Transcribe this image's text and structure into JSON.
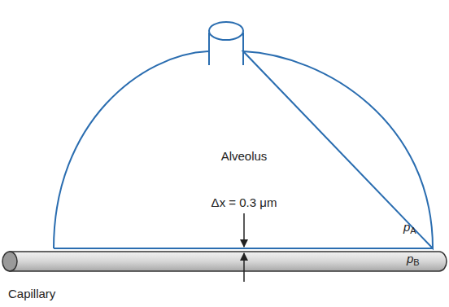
{
  "diagram": {
    "nodes": [
      {
        "text": [
          "Alveolus",
          "pA"
        ]
      },
      {
        "text": [
          "pB",
          "Capillary"
        ]
      }
    ],
    "labels": [
      "Δx = 0.3 μm"
    ]
  }
}
